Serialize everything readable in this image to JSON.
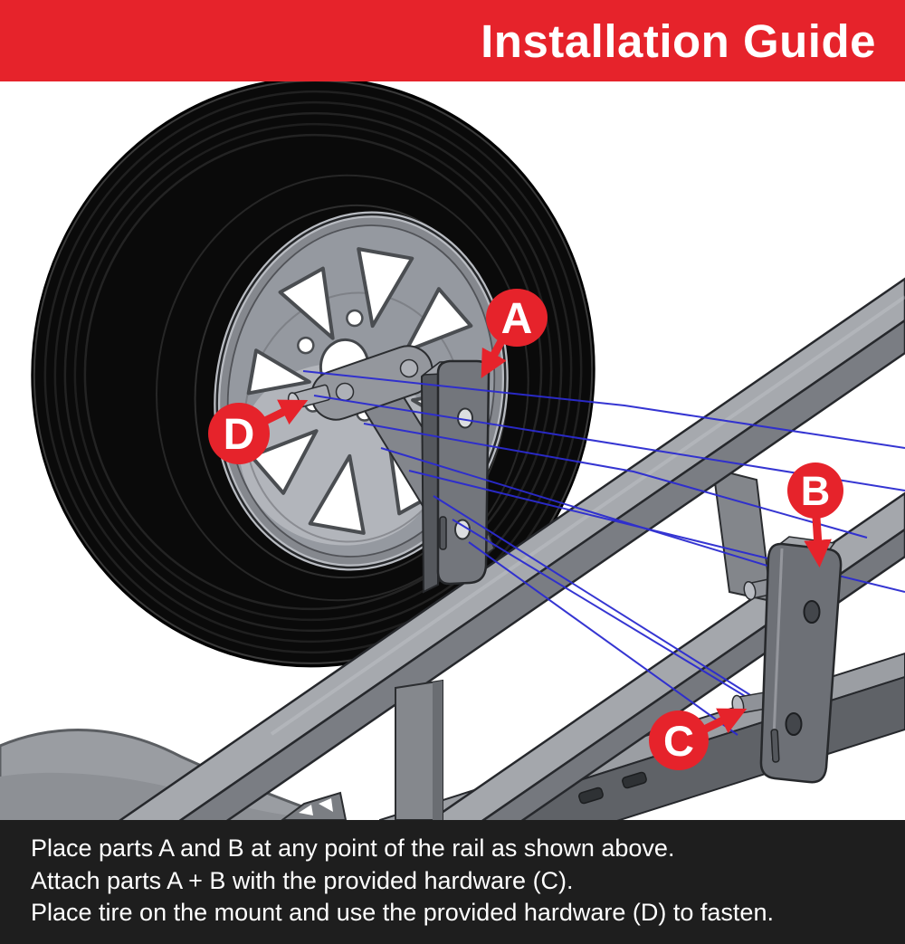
{
  "header": {
    "title": "Installation Guide",
    "bg_color": "#E6232B",
    "text_color": "#FFFFFF"
  },
  "callouts": [
    {
      "letter": "A"
    },
    {
      "letter": "B"
    },
    {
      "letter": "C"
    },
    {
      "letter": "D"
    }
  ],
  "instructions": {
    "bg_color": "#1E1E1E",
    "text_color": "#FFFFFF",
    "lines": [
      "Place parts A and B at any point of the rail as shown above.",
      "Attach parts A + B with the provided hardware (C).",
      "Place tire on the mount and use the provided hardware (D) to fasten."
    ]
  },
  "illustration_colors": {
    "callout_red": "#E6232B",
    "alignment_line_blue": "#2B2BD0",
    "tire_black": "#0A0A0A",
    "metal_gray": "#8D9096",
    "background": "#FFFFFF"
  }
}
